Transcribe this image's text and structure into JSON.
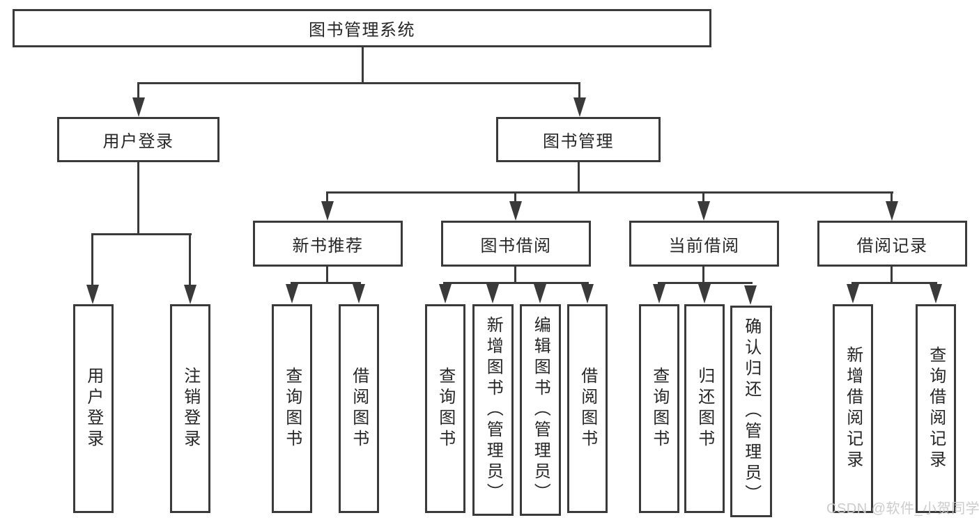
{
  "diagram": {
    "type": "tree-structure-chart",
    "root": "图书管理系统",
    "branches": [
      {
        "label": "用户登录",
        "children": [
          "用户登录",
          "注销登录"
        ]
      },
      {
        "label": "图书管理",
        "children": [
          {
            "label": "新书推荐",
            "children": [
              "查询图书",
              "借阅图书"
            ]
          },
          {
            "label": "图书借阅",
            "children": [
              "查询图书",
              "新增图书（管理员）",
              "编辑图书（管理员）",
              "借阅图书"
            ]
          },
          {
            "label": "当前借阅",
            "children": [
              "查询图书",
              "归还图书",
              "确认归还（管理员）"
            ]
          },
          {
            "label": "借阅记录",
            "children": [
              "新增借阅记录",
              "查询借阅记录"
            ]
          }
        ]
      }
    ],
    "watermark": "CSDN @软件_小贺同学",
    "colors": {
      "line": "#3a3a3a",
      "text": "#262626",
      "background": "#ffffff",
      "watermark": "#c9c9c9"
    }
  }
}
